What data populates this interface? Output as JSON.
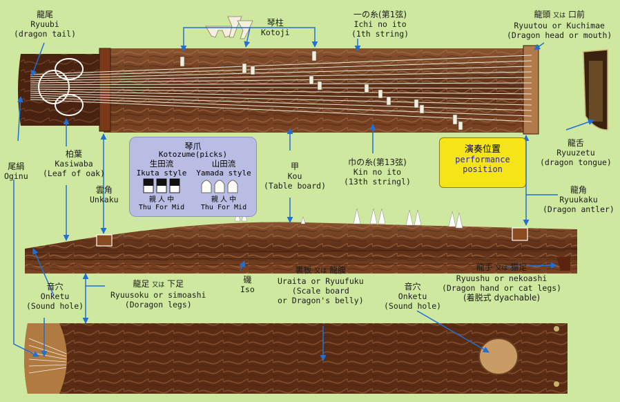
{
  "labels": {
    "ryuubi": {
      "jp": "龍尾",
      "en1": "Ryuubi",
      "en2": "(dragon tail)"
    },
    "kotoji": {
      "jp": "琴柱",
      "en1": "Kotoji"
    },
    "ichi": {
      "jp": "一の糸(第1弦)",
      "en1": "Ichi no ito",
      "en2": "(1th string)"
    },
    "ryuutou": {
      "jp": "龍頭",
      "or": "又は",
      "jp2": "口前",
      "en1": "Ryuutou or Kuchimae",
      "en2": "(Dragon head or mouth)"
    },
    "ryuuzetu": {
      "jp": "龍舌",
      "en1": "Ryuuzetu",
      "en2": "(dragon tongue)"
    },
    "ryuukaku": {
      "jp": "龍角",
      "en1": "Ryuukaku",
      "en2": "(Dragon antler)"
    },
    "kin": {
      "jp": "巾の糸(第13弦)",
      "en1": "Kin no ito",
      "en2": "(13th stringl)"
    },
    "kou": {
      "jp": "甲",
      "en1": "Kou",
      "en2": "(Table board)"
    },
    "kasiwaba": {
      "jp": "柏葉",
      "en1": "Kasiwaba",
      "en2": "(Leaf of oak)"
    },
    "oginu": {
      "jp": "尾絹",
      "en1": "Oginu"
    },
    "unkaku": {
      "jp": "雲角",
      "en1": "Unkaku"
    },
    "iso": {
      "jp": "磯",
      "en1": "Iso"
    },
    "onketu_left": {
      "jp": "音穴",
      "en1": "Onketu",
      "en2": "(Sound hole)"
    },
    "ryuusoku": {
      "jp": "龍足",
      "or": "又は",
      "jp2": "下足",
      "en1": "Ryuusoku or simoashi",
      "en2": "(Doragon legs)"
    },
    "uraita": {
      "jp": "裏板",
      "or": "又は",
      "jp2": "龍腹",
      "en1": "Uraita  or Ryuufuku",
      "en2": "(Scale board",
      "en3": "or Dragon's belly)"
    },
    "onketu_right": {
      "jp": "音穴",
      "en1": "Onketu",
      "en2": "(Sound hole)"
    },
    "ryuushu": {
      "jp": "龍手",
      "or": "又は",
      "jp2": "猫足",
      "en1": "Ryuushu or nekoashi",
      "en2": "(Dragon hand or cat legs)",
      "en3": "(着脱式 dyachable)"
    }
  },
  "picks": {
    "title_jp": "琴爪",
    "title_en": "Kotozume(picks)",
    "ikuta_jp": "生田流",
    "ikuta_en": "Ikuta style",
    "yamada_jp": "山田流",
    "yamada_en": "Yamada style",
    "fingers_jp": "親 人 中",
    "fingers_en": "Thu For Mid"
  },
  "performance": {
    "jp": "演奏位置",
    "en1": "performance",
    "en2": "position",
    "color": "#f4e418"
  },
  "colors": {
    "background": "#cfe8a0",
    "wood": "#6b3a1e",
    "arrow": "#1f6fd6",
    "picks_panel": "#b9bde3"
  }
}
